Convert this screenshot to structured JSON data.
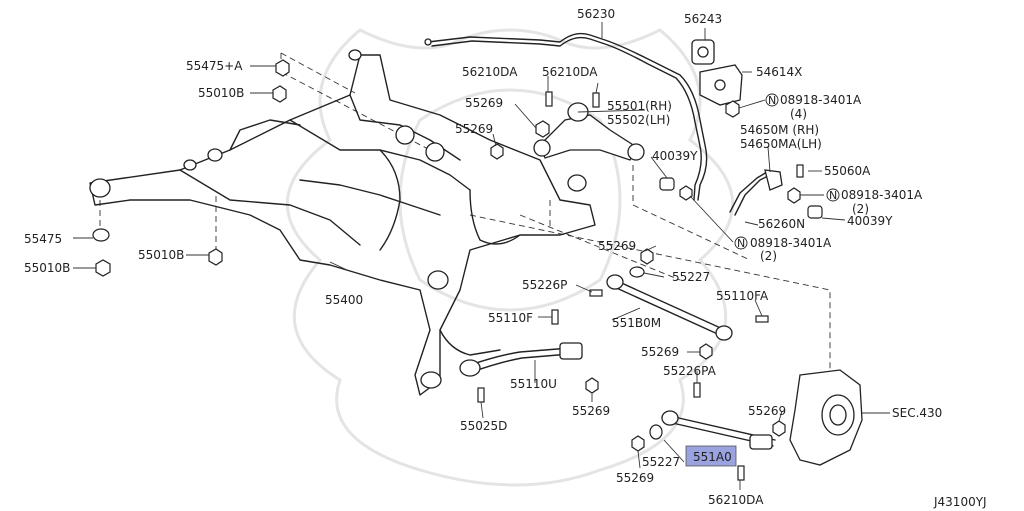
{
  "diagram": {
    "code": "J43100YJ",
    "highlight_color": "#9aa3e0",
    "labels": {
      "p56230": "56230",
      "p56243": "56243",
      "p55475A": "55475+A",
      "p55010B_top": "55010B",
      "p56210DA_a": "56210DA",
      "p56210DA_b": "56210DA",
      "p54614X": "54614X",
      "p08918_a": "08918-3401A",
      "p08918_a_qty": "(4)",
      "p55269_a": "55269",
      "p55501": "55501(RH)",
      "p55502": "55502(LH)",
      "p55269_b": "55269",
      "p54650M": "54650M  (RH)",
      "p54650MA": "54650MA(LH)",
      "p40039Y_a": "40039Y",
      "p55060A": "55060A",
      "p08918_b": "08918-3401A",
      "p08918_b_qty": "(2)",
      "p40039Y_b": "40039Y",
      "p56260N": "56260N",
      "p55475": "55475",
      "p55010B_bl": "55010B",
      "p55010B_mid": "55010B",
      "p08918_c": "08918-3401A",
      "p08918_c_qty": "(2)",
      "p55269_c": "55269",
      "p55227_a": "55227",
      "p55226P": "55226P",
      "p55110FA": "55110FA",
      "p55400": "55400",
      "p55110F": "55110F",
      "p551B0M": "551B0M",
      "p55269_d": "55269",
      "p55226PA": "55226PA",
      "p55110U": "55110U",
      "p55269_e": "55269",
      "p55269_f": "55269",
      "pSEC430": "SEC.430",
      "p55025D": "55025D",
      "p551A0": "551A0",
      "p55227_b": "55227",
      "p55269_g": "55269",
      "p56210DA_c": "56210DA",
      "n_symbol": "N"
    }
  }
}
